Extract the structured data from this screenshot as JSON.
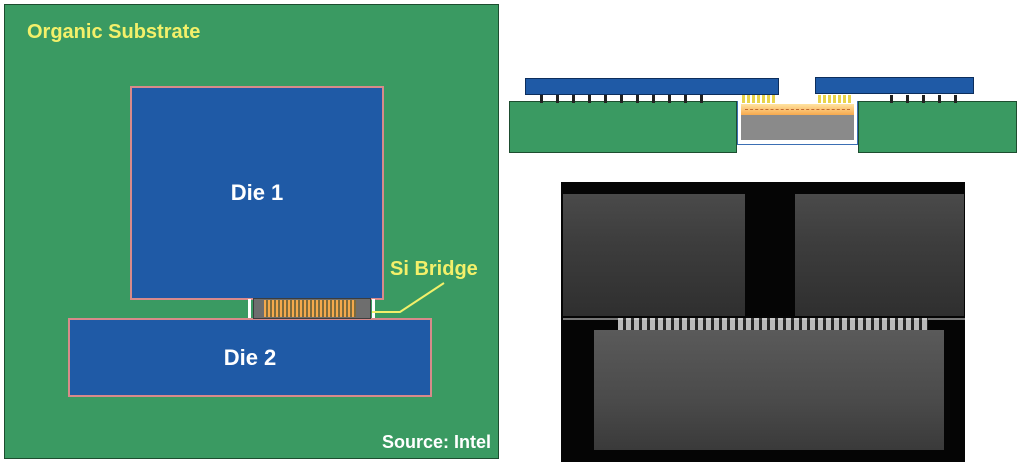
{
  "labels": {
    "substrate": "Organic Substrate",
    "die1": "Die 1",
    "die2": "Die 2",
    "bridge": "Si Bridge",
    "source": "Source: Intel"
  },
  "colors": {
    "substrate": "#3a9a62",
    "die": "#1f5aa6",
    "label_yellow": "#f3f06a",
    "bridge_gray": "#6e6e6e",
    "bump_orange": "#f3a94c"
  }
}
